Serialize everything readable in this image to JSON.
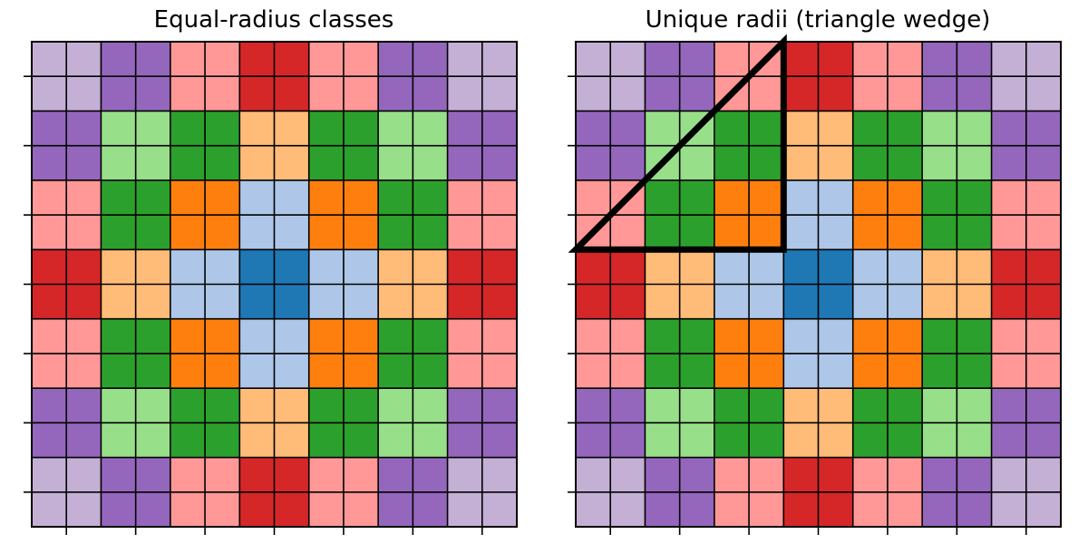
{
  "chart_data": [
    {
      "type": "heatmap",
      "title": "Equal-radius classes",
      "grid_size": 14,
      "cell_lines": true,
      "tick_marks": "left and bottom, no tick labels",
      "color_classes": {
        "0": "#1f77b4",
        "1": "#aec7e8",
        "2": "#ff7f0e",
        "3": "#ffbb78",
        "4": "#2ca02c",
        "5": "#98df8a",
        "6": "#d62728",
        "7": "#ff9896",
        "8": "#9467bd",
        "9": "#c5b0d5"
      },
      "values": [
        [
          9,
          9,
          8,
          8,
          7,
          7,
          6,
          6,
          7,
          7,
          8,
          8,
          9,
          9
        ],
        [
          9,
          9,
          8,
          8,
          7,
          7,
          6,
          6,
          7,
          7,
          8,
          8,
          9,
          9
        ],
        [
          8,
          8,
          5,
          5,
          4,
          4,
          3,
          3,
          4,
          4,
          5,
          5,
          8,
          8
        ],
        [
          8,
          8,
          5,
          5,
          4,
          4,
          3,
          3,
          4,
          4,
          5,
          5,
          8,
          8
        ],
        [
          7,
          7,
          4,
          4,
          2,
          2,
          1,
          1,
          2,
          2,
          4,
          4,
          7,
          7
        ],
        [
          7,
          7,
          4,
          4,
          2,
          2,
          1,
          1,
          2,
          2,
          4,
          4,
          7,
          7
        ],
        [
          6,
          6,
          3,
          3,
          1,
          1,
          0,
          0,
          1,
          1,
          3,
          3,
          6,
          6
        ],
        [
          6,
          6,
          3,
          3,
          1,
          1,
          0,
          0,
          1,
          1,
          3,
          3,
          6,
          6
        ],
        [
          7,
          7,
          4,
          4,
          2,
          2,
          1,
          1,
          2,
          2,
          4,
          4,
          7,
          7
        ],
        [
          7,
          7,
          4,
          4,
          2,
          2,
          1,
          1,
          2,
          2,
          4,
          4,
          7,
          7
        ],
        [
          8,
          8,
          5,
          5,
          4,
          4,
          3,
          3,
          4,
          4,
          5,
          5,
          8,
          8
        ],
        [
          8,
          8,
          5,
          5,
          4,
          4,
          3,
          3,
          4,
          4,
          5,
          5,
          8,
          8
        ],
        [
          9,
          9,
          8,
          8,
          7,
          7,
          6,
          6,
          7,
          7,
          8,
          8,
          9,
          9
        ],
        [
          9,
          9,
          8,
          8,
          7,
          7,
          6,
          6,
          7,
          7,
          8,
          8,
          9,
          9
        ]
      ]
    },
    {
      "type": "heatmap",
      "title": "Unique radii (triangle wedge)",
      "grid_size": 14,
      "cell_lines": true,
      "tick_marks": "left and bottom, no tick labels",
      "same_values_as_left": true,
      "overlay": {
        "shape": "triangle",
        "color": "#000000",
        "vertices_in_cell_units": [
          [
            0,
            6
          ],
          [
            6,
            6
          ],
          [
            6,
            0
          ]
        ]
      }
    }
  ]
}
